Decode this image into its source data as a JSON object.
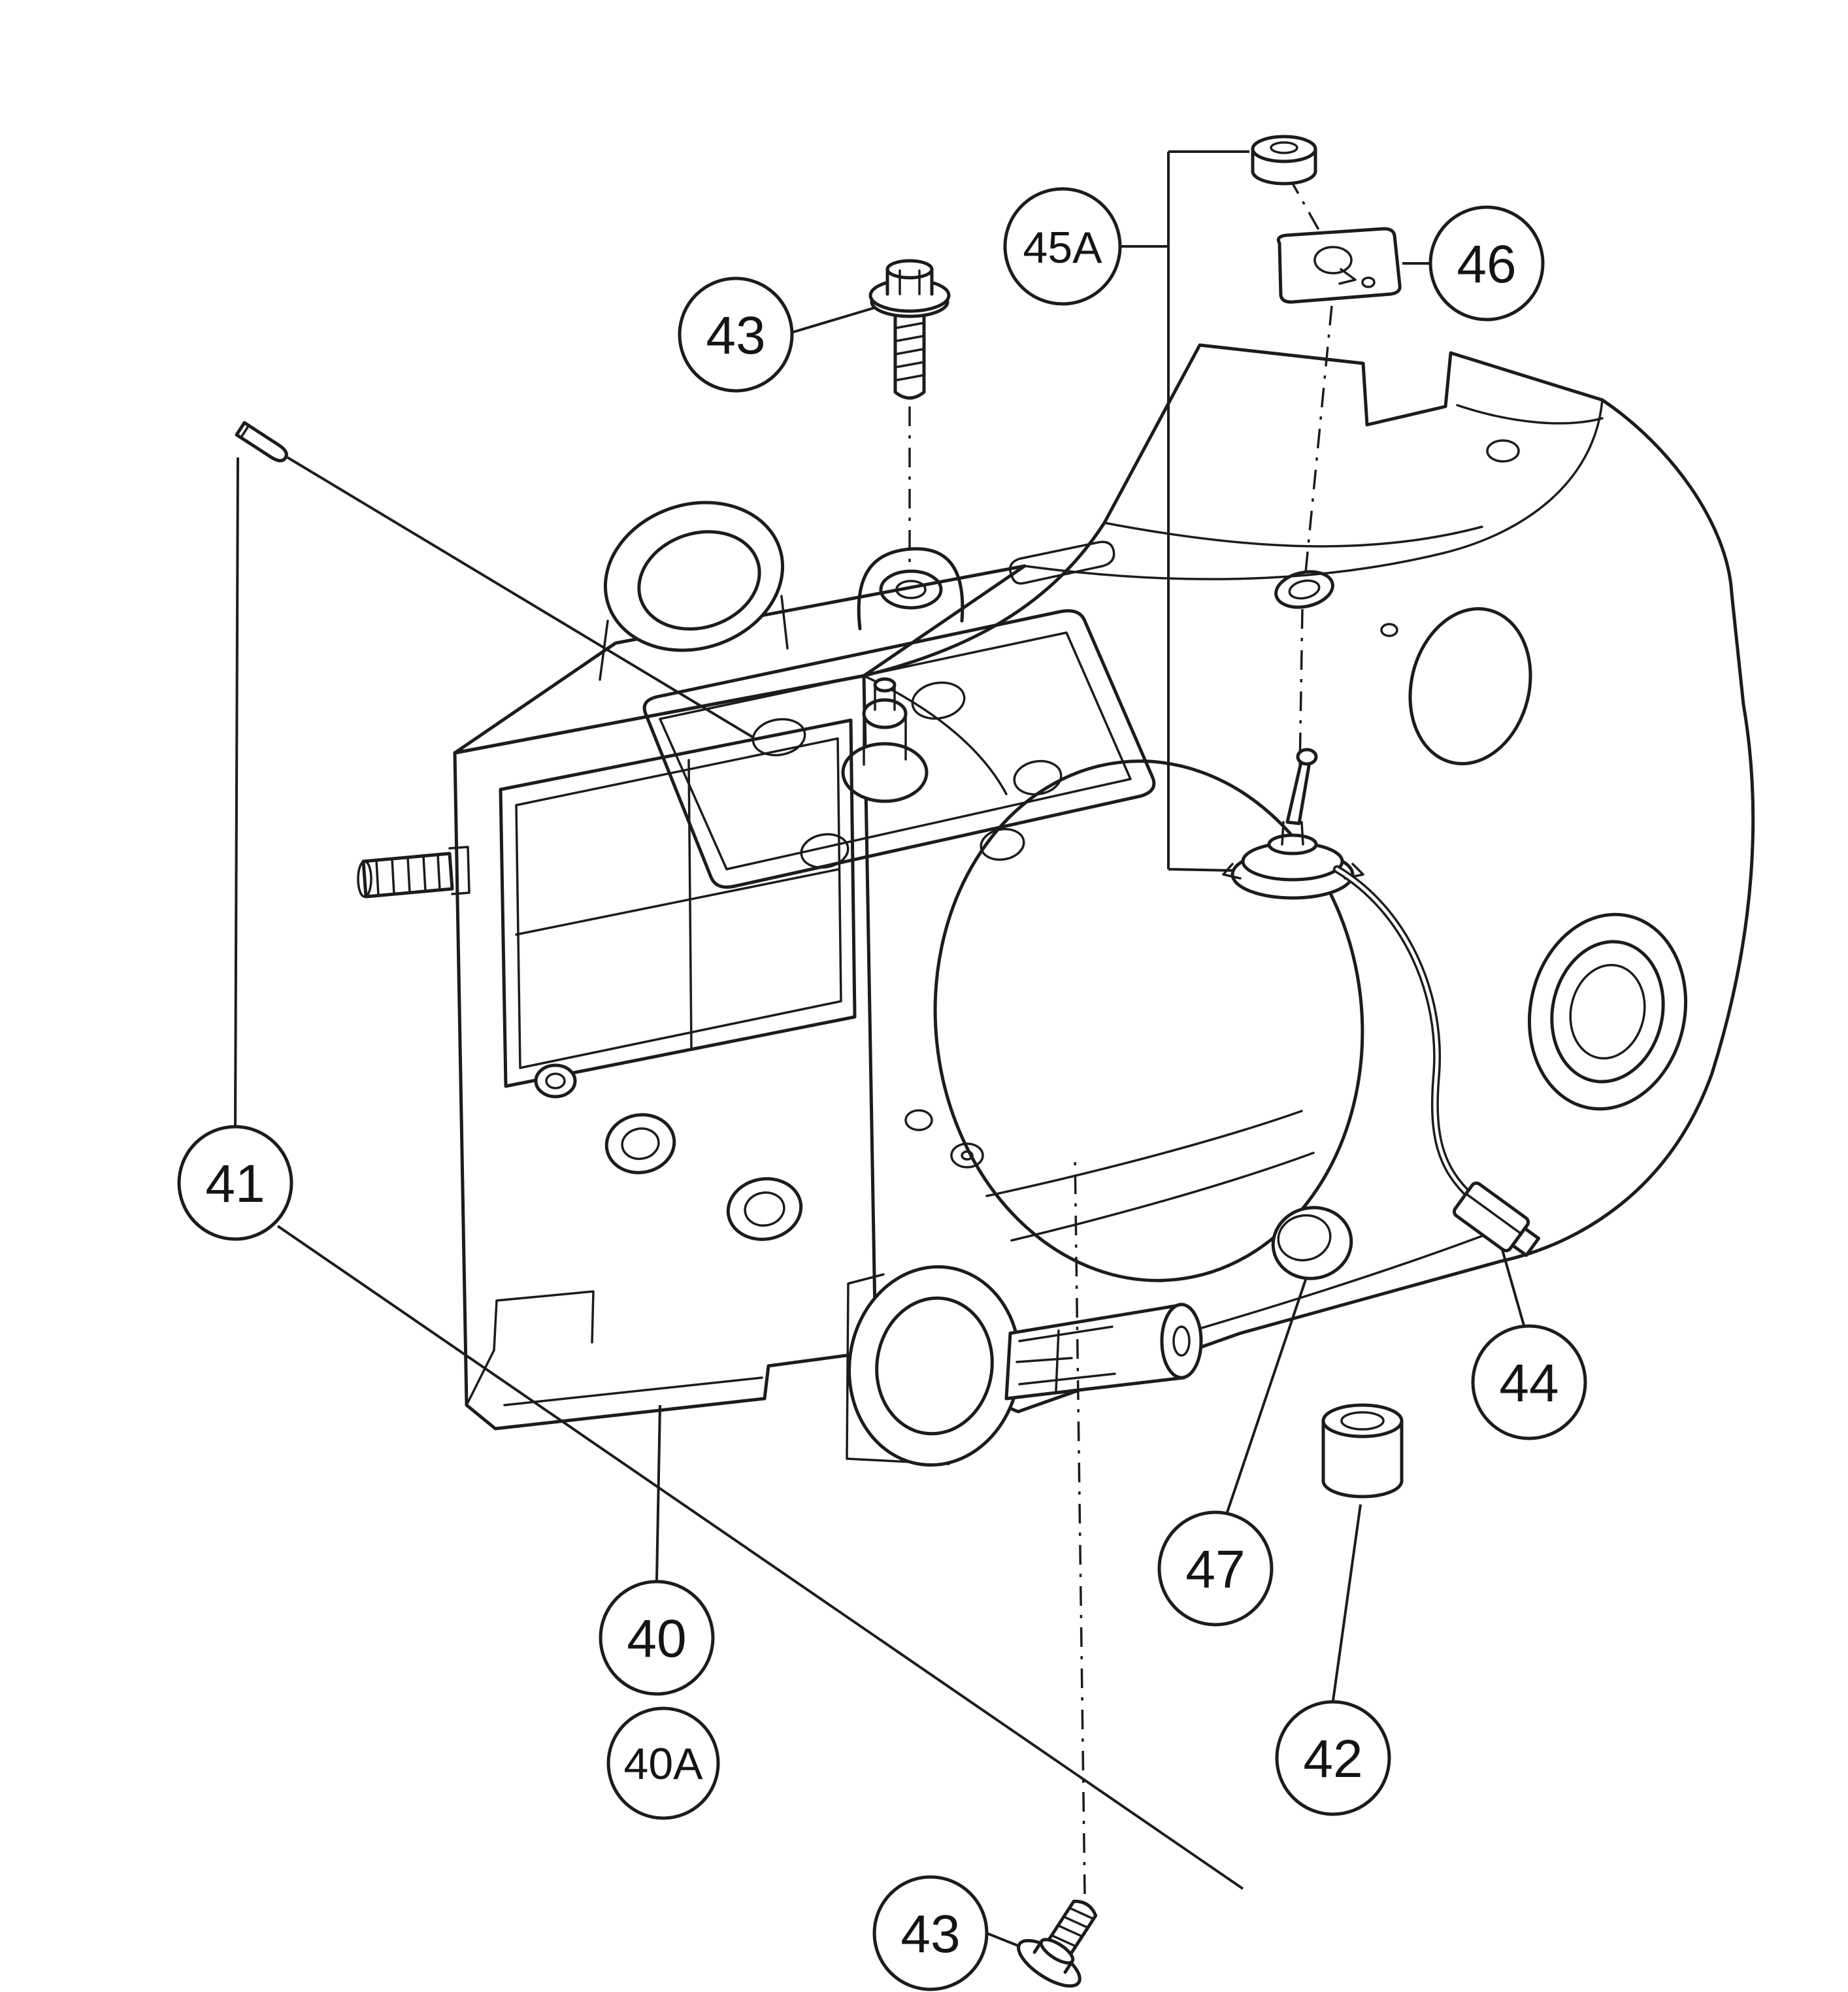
{
  "colors": {
    "line": "#1c1c1c",
    "paper": "#ffffff"
  },
  "diagram": {
    "type": "exploded-parts-diagram",
    "subject": "chainsaw-crankcase-fuel-tank-housing",
    "callouts": [
      {
        "id": "callout-43-top",
        "label": "43"
      },
      {
        "id": "callout-45A",
        "label": "45A"
      },
      {
        "id": "callout-46",
        "label": "46"
      },
      {
        "id": "callout-41",
        "label": "41"
      },
      {
        "id": "callout-44",
        "label": "44"
      },
      {
        "id": "callout-47",
        "label": "47"
      },
      {
        "id": "callout-40",
        "label": "40"
      },
      {
        "id": "callout-40A",
        "label": "40A"
      },
      {
        "id": "callout-42",
        "label": "42"
      },
      {
        "id": "callout-43-bottom",
        "label": "43"
      }
    ],
    "parts": [
      {
        "icon": "flange-bolt-icon",
        "callout": "43"
      },
      {
        "icon": "cap-nut-icon",
        "callout": "45A"
      },
      {
        "icon": "retainer-plate-icon",
        "callout": "46"
      },
      {
        "icon": "pin-icon",
        "callout": "41"
      },
      {
        "icon": "wire-connector-icon",
        "callout": "44"
      },
      {
        "icon": "cover-plug-icon",
        "callout": "47"
      },
      {
        "icon": "crankcase-icon",
        "callout": "40"
      },
      {
        "icon": "bushing-icon",
        "callout": "42"
      }
    ]
  }
}
